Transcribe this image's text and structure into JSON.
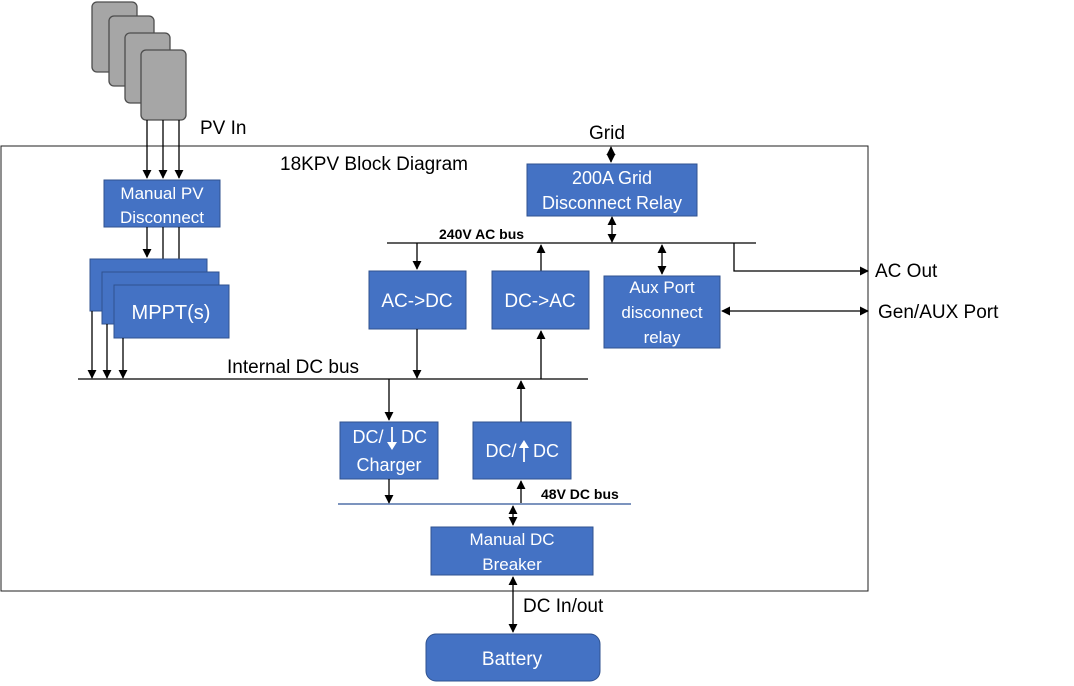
{
  "diagram": {
    "title": "18KPV Block Diagram",
    "colors": {
      "box_fill": "#4472c4",
      "box_stroke": "#2f528f",
      "panel_fill": "#a6a6a6",
      "panel_stroke": "#4d4d4d",
      "line": "#000000",
      "bus_blue": "#2f5597"
    },
    "external_labels": {
      "pv_in": "PV In",
      "grid": "Grid",
      "ac_out": "AC Out",
      "gen_aux_port": "Gen/AUX Port",
      "dc_in_out": "DC In/out"
    },
    "bus_labels": {
      "ac_bus": "240V AC bus",
      "internal_dc_bus": "Internal DC bus",
      "dc48_bus": "48V DC bus"
    },
    "blocks": {
      "manual_pv_disconnect": [
        "Manual PV",
        "Disconnect"
      ],
      "mppt": [
        "MPPT(s)"
      ],
      "grid_relay": [
        "200A Grid",
        "Disconnect Relay"
      ],
      "ac_to_dc": [
        "AC->DC"
      ],
      "dc_to_ac": [
        "DC->AC"
      ],
      "aux_relay": [
        "Aux Port",
        "disconnect",
        "relay"
      ],
      "dc_charger": [
        "DC/",
        "DC",
        "Charger"
      ],
      "dc_boost": [
        "DC/",
        "DC"
      ],
      "manual_dc_breaker": [
        "Manual DC",
        "Breaker"
      ],
      "battery": [
        "Battery"
      ]
    }
  }
}
